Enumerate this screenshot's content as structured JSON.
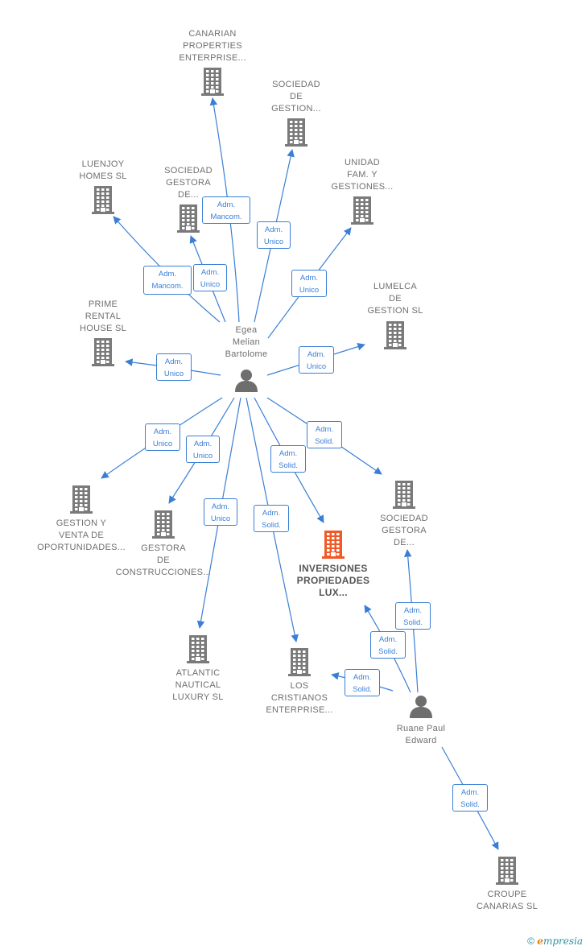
{
  "colors": {
    "edge": "#3a7fd5",
    "company": "#7a7a7a",
    "highlight": "#f05a28",
    "person": "#6e6e6e"
  },
  "persons": [
    {
      "id": "p1",
      "label": "Egea\nMelian\nBartolome",
      "icon": "person-icon"
    },
    {
      "id": "p2",
      "label": "Ruane Paul\nEdward",
      "icon": "person-icon"
    }
  ],
  "companies": [
    {
      "id": "c1",
      "label": "CANARIAN\nPROPERTIES\nENTERPRISE...",
      "icon": "building-icon"
    },
    {
      "id": "c2",
      "label": "SOCIEDAD\nDE\nGESTION...",
      "icon": "building-icon"
    },
    {
      "id": "c3",
      "label": "LUENJOY\nHOMES  SL",
      "icon": "building-icon"
    },
    {
      "id": "c4",
      "label": "SOCIEDAD\nGESTORA\nDE...",
      "icon": "building-icon"
    },
    {
      "id": "c5",
      "label": "UNIDAD\nFAM.  Y\nGESTIONES...",
      "icon": "building-icon"
    },
    {
      "id": "c6",
      "label": "LUMELCA\nDE\nGESTION  SL",
      "icon": "building-icon"
    },
    {
      "id": "c7",
      "label": "PRIME\nRENTAL\nHOUSE  SL",
      "icon": "building-icon"
    },
    {
      "id": "c8",
      "label": "GESTION Y\nVENTA DE\nOPORTUNIDADES...",
      "icon": "building-icon"
    },
    {
      "id": "c9",
      "label": "GESTORA\nDE\nCONSTRUCCIONES...",
      "icon": "building-icon"
    },
    {
      "id": "c10",
      "label": "INVERSIONES\nPROPIEDADES\nLUX...",
      "icon": "building-icon",
      "highlight": true
    },
    {
      "id": "c11",
      "label": "SOCIEDAD\nGESTORA\nDE...",
      "icon": "building-icon"
    },
    {
      "id": "c12",
      "label": "ATLANTIC\nNAUTICAL\nLUXURY  SL",
      "icon": "building-icon"
    },
    {
      "id": "c13",
      "label": "LOS\nCRISTIANOS\nENTERPRISE...",
      "icon": "building-icon"
    },
    {
      "id": "c14",
      "label": "CROUPE\nCANARIAS SL",
      "icon": "building-icon"
    }
  ],
  "relations": [
    {
      "from": "p1",
      "to": "c1",
      "role": "Adm.\nMancom."
    },
    {
      "from": "p1",
      "to": "c2",
      "role": "Adm.\nUnico"
    },
    {
      "from": "p1",
      "to": "c3",
      "role": "Adm.\nMancom."
    },
    {
      "from": "p1",
      "to": "c4",
      "role": "Adm.\nUnico"
    },
    {
      "from": "p1",
      "to": "c5",
      "role": "Adm.\nUnico"
    },
    {
      "from": "p1",
      "to": "c6",
      "role": "Adm.\nUnico"
    },
    {
      "from": "p1",
      "to": "c7",
      "role": "Adm.\nUnico"
    },
    {
      "from": "p1",
      "to": "c8",
      "role": "Adm.\nUnico"
    },
    {
      "from": "p1",
      "to": "c9",
      "role": "Adm.\nUnico"
    },
    {
      "from": "p1",
      "to": "c10",
      "role": "Adm.\nSolid."
    },
    {
      "from": "p1",
      "to": "c11",
      "role": "Adm.\nSolid."
    },
    {
      "from": "p1",
      "to": "c12",
      "role": "Adm.\nUnico"
    },
    {
      "from": "p1",
      "to": "c13",
      "role": "Adm.\nSolid."
    },
    {
      "from": "p2",
      "to": "c11",
      "role": "Adm.\nSolid."
    },
    {
      "from": "p2",
      "to": "c10",
      "role": "Adm.\nSolid."
    },
    {
      "from": "p2",
      "to": "c13",
      "role": "Adm.\nSolid."
    },
    {
      "from": "p2",
      "to": "c14",
      "role": "Adm.\nSolid."
    }
  ],
  "footer": {
    "copyright": "©",
    "brand_initial": "e",
    "brand_rest": "mpresia"
  }
}
